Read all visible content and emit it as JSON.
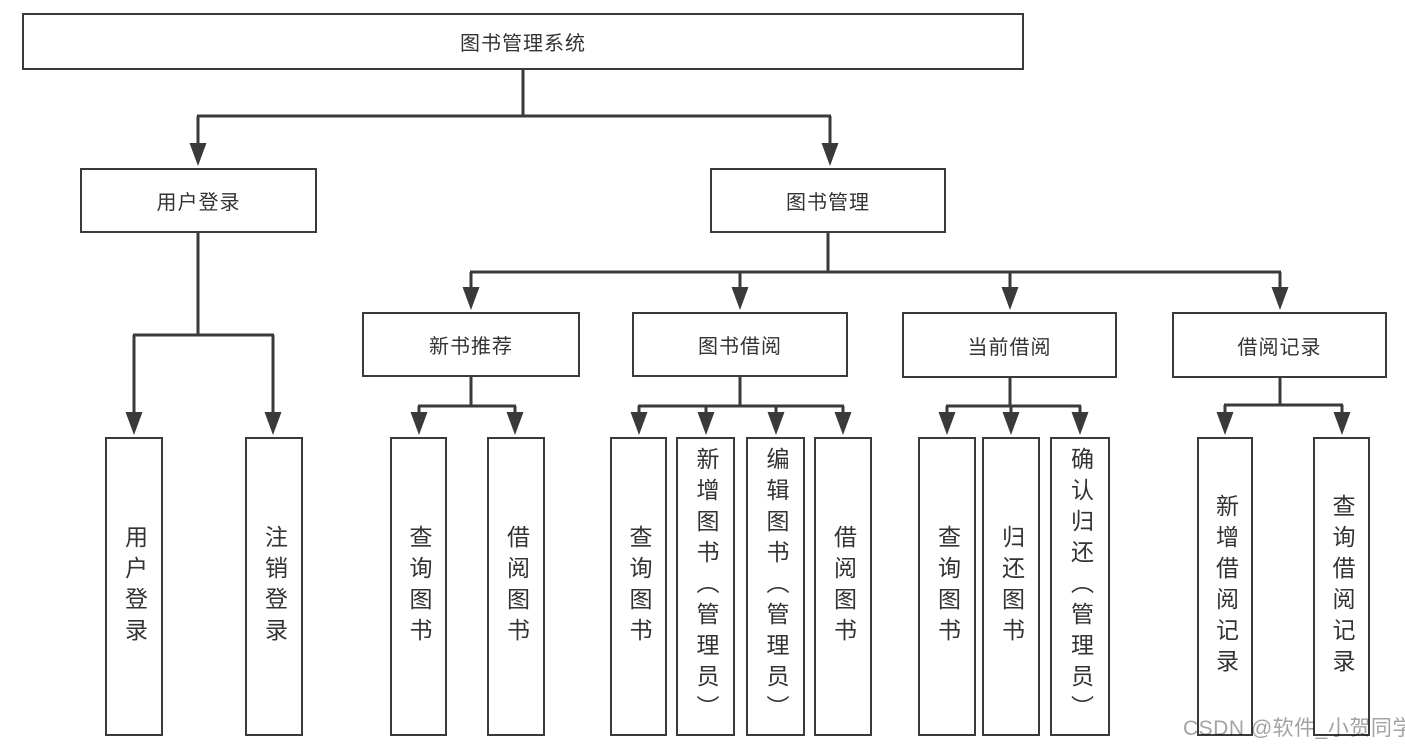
{
  "diagram": {
    "root": {
      "label": "图书管理系统",
      "children": [
        {
          "label": "用户登录",
          "children": [
            {
              "label": "用户登录"
            },
            {
              "label": "注销登录"
            }
          ]
        },
        {
          "label": "图书管理",
          "children": [
            {
              "label": "新书推荐",
              "children": [
                {
                  "label": "查询图书"
                },
                {
                  "label": "借阅图书"
                }
              ]
            },
            {
              "label": "图书借阅",
              "children": [
                {
                  "label": "查询图书"
                },
                {
                  "label": "新增图书（管理员）"
                },
                {
                  "label": "编辑图书（管理员）"
                },
                {
                  "label": "借阅图书"
                }
              ]
            },
            {
              "label": "当前借阅",
              "children": [
                {
                  "label": "查询图书"
                },
                {
                  "label": "归还图书"
                },
                {
                  "label": "确认归还（管理员）"
                }
              ]
            },
            {
              "label": "借阅记录",
              "children": [
                {
                  "label": "新增借阅记录"
                },
                {
                  "label": "查询借阅记录"
                }
              ]
            }
          ]
        }
      ]
    }
  },
  "watermark": "CSDN @软件_小贺同学",
  "colors": {
    "line": "#3a3a3a",
    "box_border": "#3a3a3a",
    "text": "#333333",
    "watermark": "#a3a3a3",
    "background": "#ffffff"
  }
}
